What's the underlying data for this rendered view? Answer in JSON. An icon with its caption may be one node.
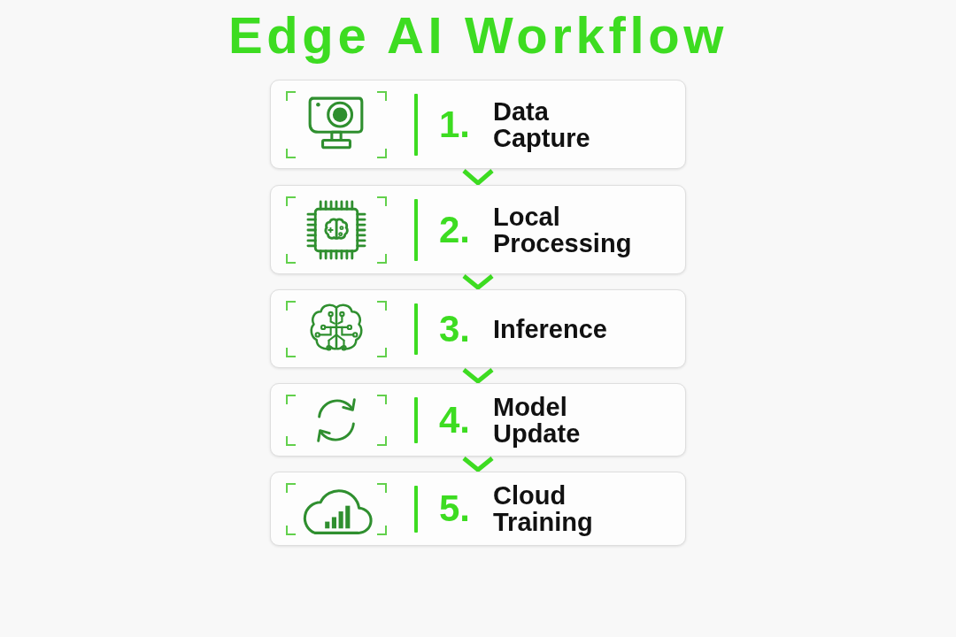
{
  "diagram": {
    "title": "Edge AI Workflow",
    "nodes": [
      {
        "text": [
          "1.",
          "Data Capture"
        ]
      },
      {
        "text": [
          "2.",
          "Local Processing"
        ]
      },
      {
        "text": [
          "3.",
          "Inference"
        ]
      },
      {
        "text": [
          "4.",
          "Model Update"
        ]
      },
      {
        "text": [
          "5.",
          "Cloud Training"
        ]
      }
    ],
    "edges": [
      {
        "from": 0,
        "to": 1,
        "arrow": "to"
      },
      {
        "from": 1,
        "to": 2,
        "arrow": "to"
      },
      {
        "from": 2,
        "to": 3,
        "arrow": "to"
      },
      {
        "from": 3,
        "to": 4,
        "arrow": "to"
      }
    ]
  }
}
